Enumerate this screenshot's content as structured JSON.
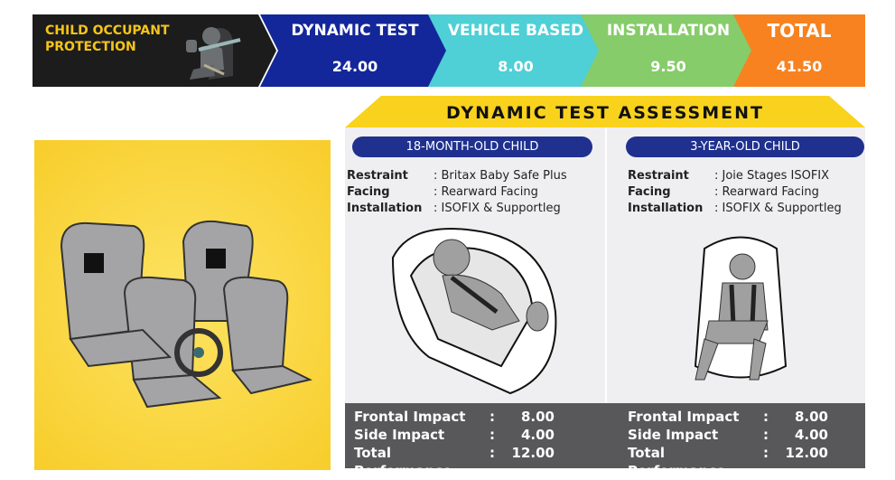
{
  "banner": {
    "title": "CHILD OCCUPANT PROTECTION",
    "segments": [
      {
        "label": "DYNAMIC TEST",
        "value": "24.00"
      },
      {
        "label": "VEHICLE BASED",
        "value": "8.00"
      },
      {
        "label": "INSTALLATION",
        "value": "9.50"
      },
      {
        "label": "TOTAL",
        "value": "41.50"
      }
    ]
  },
  "assessment": {
    "title": "DYNAMIC TEST ASSESSMENT",
    "children": [
      {
        "heading": "18-MONTH-OLD CHILD",
        "restraint_label": "Restraint",
        "restraint": ": Britax Baby Safe Plus",
        "facing_label": "Facing",
        "facing": ": Rearward Facing",
        "installation_label": "Installation",
        "installation": ": ISOFIX & Supportleg",
        "results": {
          "frontal_label": "Frontal Impact",
          "frontal": "8.00",
          "side_label": "Side Impact",
          "side": "4.00",
          "total_label": "Total Performance",
          "total": "12.00",
          "colon": ":"
        }
      },
      {
        "heading": "3-YEAR-OLD CHILD",
        "restraint_label": "Restraint",
        "restraint": ": Joie Stages ISOFIX",
        "facing_label": "Facing",
        "facing": ": Rearward Facing",
        "installation_label": "Installation",
        "installation": ": ISOFIX & Supportleg",
        "results": {
          "frontal_label": "Frontal Impact",
          "frontal": "8.00",
          "side_label": "Side Impact",
          "side": "4.00",
          "total_label": "Total Performance",
          "total": "12.00",
          "colon": ":"
        }
      }
    ]
  }
}
